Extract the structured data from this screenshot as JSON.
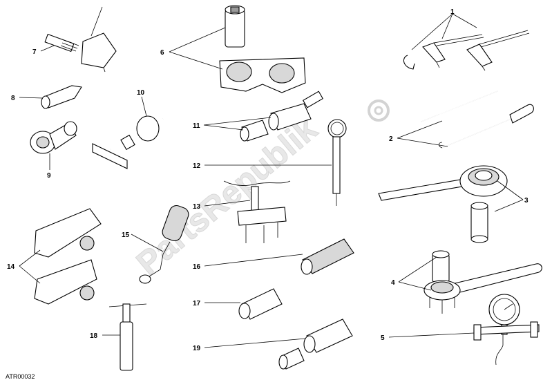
{
  "diagram": {
    "item_numbers": [
      "1",
      "2",
      "3",
      "4",
      "5",
      "6",
      "7",
      "8",
      "9",
      "10",
      "11",
      "12",
      "13",
      "14",
      "15",
      "16",
      "17",
      "18",
      "19"
    ],
    "drawing_code": "ATR00032",
    "watermark": "PartsRepublik"
  },
  "colors": {
    "line": "#000000",
    "part_fill": "#ffffff",
    "shade": "#d8d8d8",
    "watermark": "#e6e6e6"
  }
}
